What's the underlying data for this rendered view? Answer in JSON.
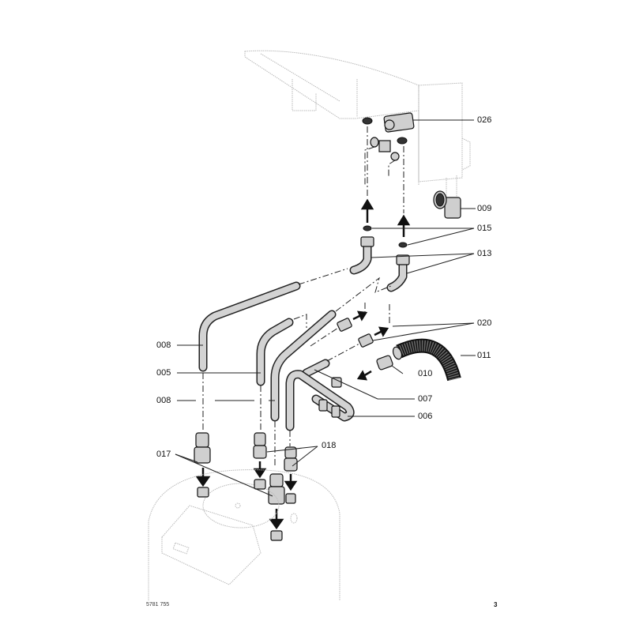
{
  "diagram": {
    "title": "Exploded view of connection pipes between boiler and storage cylinder",
    "callouts": [
      {
        "id": "026",
        "label": "026"
      },
      {
        "id": "009",
        "label": "009"
      },
      {
        "id": "015",
        "label": "015"
      },
      {
        "id": "013",
        "label": "013"
      },
      {
        "id": "020",
        "label": "020"
      },
      {
        "id": "011",
        "label": "011"
      },
      {
        "id": "010",
        "label": "010"
      },
      {
        "id": "007",
        "label": "007"
      },
      {
        "id": "006",
        "label": "006"
      },
      {
        "id": "008a",
        "label": "008"
      },
      {
        "id": "005",
        "label": "005"
      },
      {
        "id": "008b",
        "label": "008"
      },
      {
        "id": "017",
        "label": "017"
      },
      {
        "id": "018",
        "label": "018"
      }
    ],
    "components": {
      "boiler": "wall-mounted boiler (ghosted)",
      "cylinder": "storage cylinder (ghosted)",
      "hose": "corrugated hose"
    }
  },
  "footer": {
    "doc_number": "5781 755",
    "page_number": "3"
  }
}
